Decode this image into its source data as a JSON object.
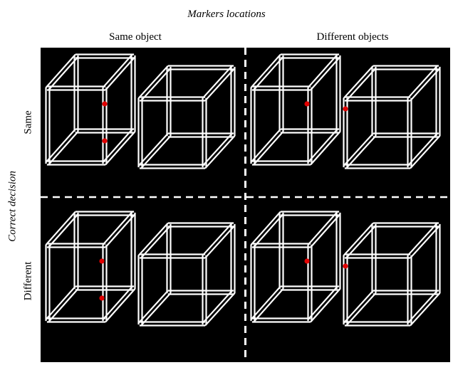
{
  "title": "Markers locations",
  "columns": [
    {
      "label": "Same object"
    },
    {
      "label": "Different objects"
    }
  ],
  "row_axis_label": "Correct decision",
  "rows": [
    {
      "label": "Same"
    },
    {
      "label": "Different"
    }
  ],
  "colors": {
    "panel_background": "#000000",
    "cube_lines": "#ffffff",
    "marker": "#e00000",
    "divider": "#ffffff"
  },
  "panels": [
    {
      "row": "Same",
      "column": "Same object",
      "markers": 2
    },
    {
      "row": "Same",
      "column": "Different objects",
      "markers": 2
    },
    {
      "row": "Different",
      "column": "Same object",
      "markers": 2
    },
    {
      "row": "Different",
      "column": "Different objects",
      "markers": 2
    }
  ]
}
